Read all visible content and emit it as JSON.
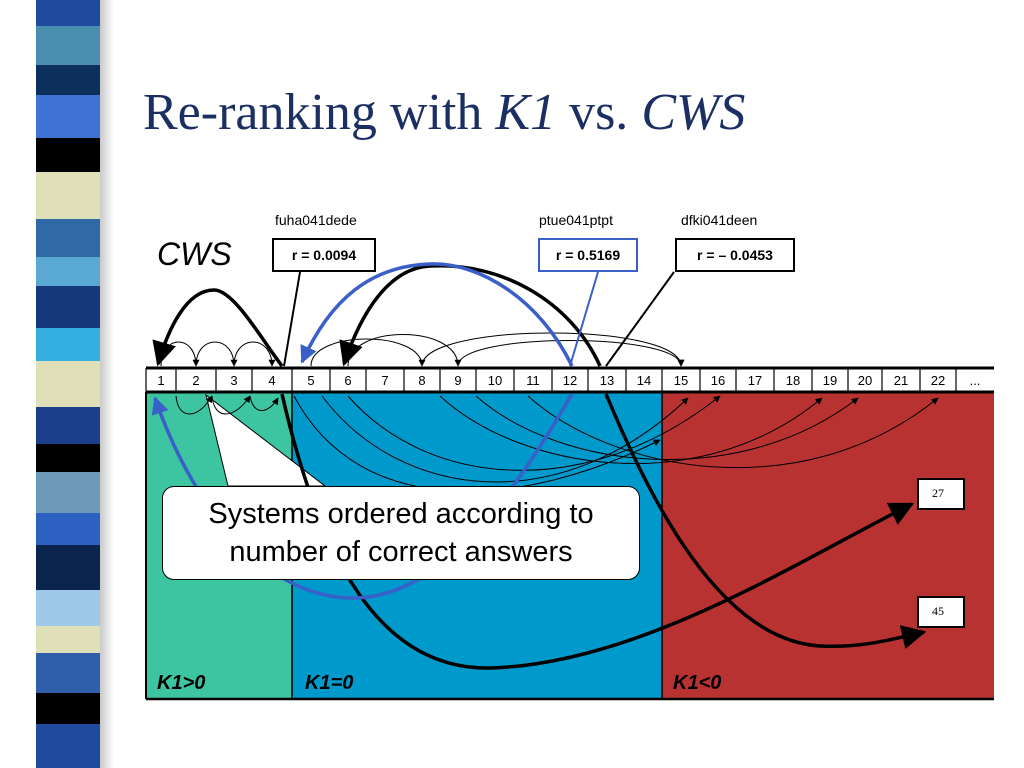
{
  "slide": {
    "title_prefix": "Re-ranking with ",
    "title_k1": "K1",
    "title_mid": " vs. ",
    "title_cws": "CWS"
  },
  "diagram": {
    "cws_label": "CWS",
    "ranks": [
      "1",
      "2",
      "3",
      "4",
      "5",
      "6",
      "7",
      "8",
      "9",
      "10",
      "11",
      "12",
      "13",
      "14",
      "15",
      "16",
      "17",
      "18",
      "19",
      "20",
      "21",
      "22",
      "..."
    ],
    "systems": [
      {
        "name": "fuha041dede",
        "r": "r = 0.0094",
        "border": "#000000"
      },
      {
        "name": "ptue041ptpt",
        "r": "r = 0.5169",
        "border": "#3a5fc8"
      },
      {
        "name": "dfki041deen",
        "r": "r = – 0.0453",
        "border": "#000000"
      }
    ],
    "zones": [
      {
        "label": "K1>0",
        "color": "#3cc5a0"
      },
      {
        "label": "K1=0",
        "color": "#0099cc"
      },
      {
        "label": "K1<0",
        "color": "#b83232"
      }
    ],
    "far_ranks": [
      "27",
      "45"
    ],
    "callout": [
      "Systems ordered according to",
      "number of correct answers"
    ],
    "colors": {
      "highlight_arrow": "#3a5fc8",
      "title": "#1b2f63"
    }
  }
}
